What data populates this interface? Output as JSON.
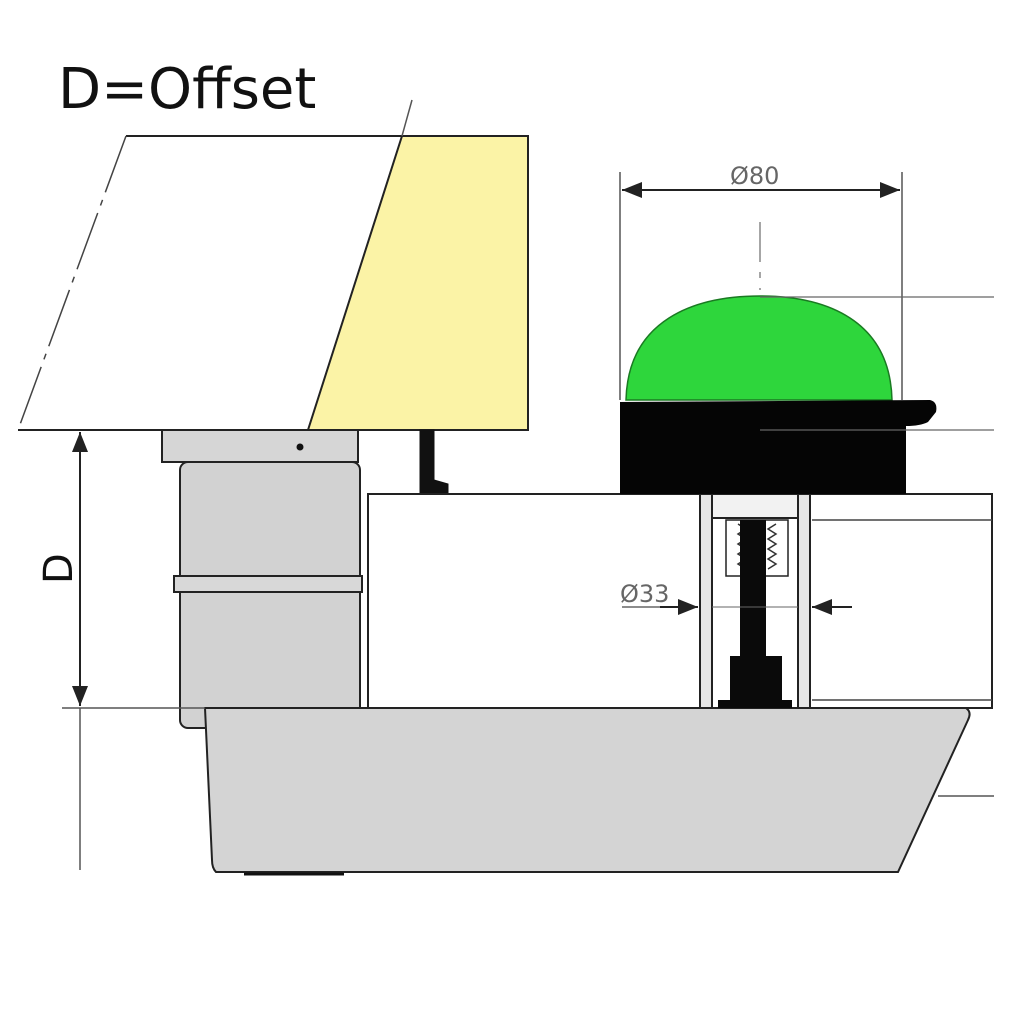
{
  "title": "D=Offset",
  "offset_label": "D",
  "dimensions": {
    "diameter_80": "Ø80",
    "diameter_33": "Ø33"
  },
  "colors": {
    "dome": "#2ed63c",
    "wedge": "#fbf3a6",
    "housing": "#d2d2d2",
    "base": "#d4d4d4",
    "black_part": "#050505",
    "outline": "#222222",
    "dim_line": "#555555"
  }
}
